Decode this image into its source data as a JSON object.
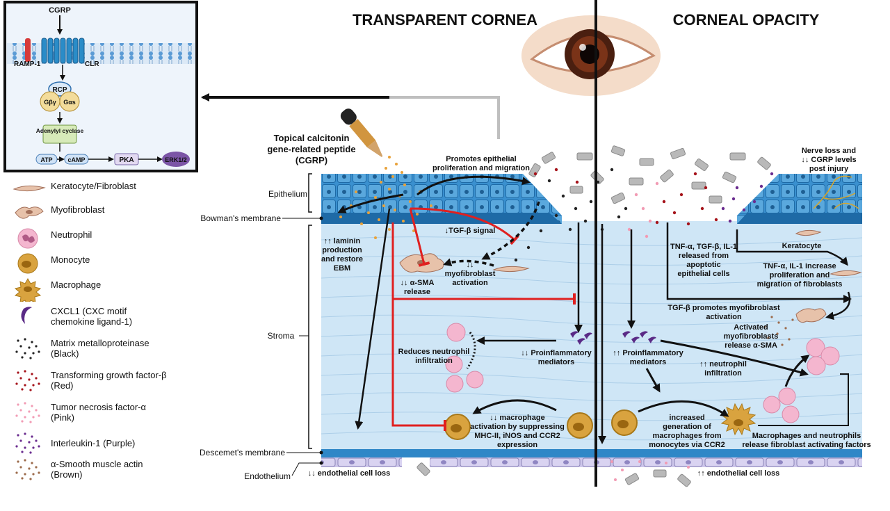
{
  "headers": {
    "left": "TRANSPARENT CORNEA",
    "right": "CORNEAL OPACITY"
  },
  "pathway": {
    "ligand": "CGRP",
    "ramp": "RAMP-1",
    "receptor": "CLR",
    "rcp": "RCP",
    "g_by": "Gβγ",
    "g_as": "Gαs",
    "cyclase": "Adenylyl cyclase",
    "atp": "ATP",
    "camp": "cAMP",
    "pka": "PKA",
    "erk": "ERK1/2"
  },
  "drug": {
    "title_line1": "Topical calcitonin",
    "title_line2": "gene-related peptide",
    "title_line3": "(CGRP)"
  },
  "layers": {
    "epithelium": "Epithelium",
    "bowman": "Bowman's membrane",
    "stroma": "Stroma",
    "descemet": "Descemet's membrane",
    "endothelium": "Endothelium"
  },
  "left_annotations": {
    "promotes_epithelial": [
      "Promotes epithelial",
      "proliferation and migration"
    ],
    "tgf_signal": "↓TGF-β signal",
    "laminin": [
      "↑↑ laminin",
      "production",
      "and restore",
      "EBM"
    ],
    "myofib_activation": [
      "↓↓",
      "myofibroblast",
      "activation"
    ],
    "asma_release": [
      "↓↓ α-SMA",
      "release"
    ],
    "reduces_neutrophil": [
      "Reduces  neutrophil",
      "infiltration"
    ],
    "proinflam": [
      "↓↓ Proinflammatory",
      "mediators"
    ],
    "macrophage": [
      "↓↓  macrophage",
      "activation by suppressing",
      "MHC-II, iNOS and CCR2",
      "expression"
    ],
    "endothelial_loss": "↓↓ endothelial cell loss"
  },
  "right_annotations": {
    "nerve_loss": [
      "Nerve loss and",
      "↓↓ CGRP levels",
      "post injury"
    ],
    "keratocyte": "Keratocyte",
    "tnf_released": [
      "TNF-α, TGF-β, IL-1",
      "released from",
      "apoptotic",
      "epithelial cells"
    ],
    "tnf_increase": [
      "TNF-α, IL-1 increase",
      "proliferation and",
      "migration of fibroblasts"
    ],
    "tgf_promotes": [
      "TGF-β promotes myofibroblast",
      "activation"
    ],
    "activated_myofib": [
      "Activated",
      "myofibroblasts",
      "release α-SMA"
    ],
    "proinflam": [
      "↑↑ Proinflammatory",
      "mediators"
    ],
    "neutrophil_inf": [
      "↑↑ neutrophil",
      "infiltration"
    ],
    "increased_macro": [
      "increased",
      "generation of",
      "macrophages from",
      "monocytes via CCR2"
    ],
    "macro_neutro": [
      "Macrophages and neutrophils",
      "release fibroblast activating factors"
    ],
    "endothelial_loss": "↑↑ endothelial cell loss"
  },
  "legend": [
    {
      "icon": "keratocyte-icon",
      "lines": [
        "Keratocyte/Fibroblast"
      ]
    },
    {
      "icon": "myofibroblast-icon",
      "lines": [
        "Myofibroblast"
      ]
    },
    {
      "icon": "neutrophil-icon",
      "lines": [
        "Neutrophil"
      ]
    },
    {
      "icon": "monocyte-icon",
      "lines": [
        "Monocyte"
      ]
    },
    {
      "icon": "macrophage-icon",
      "lines": [
        "Macrophage"
      ]
    },
    {
      "icon": "cxcl1-icon",
      "lines": [
        "CXCL1 (CXC motif",
        "chemokine ligand-1)"
      ]
    },
    {
      "icon": "mmp-dots-icon",
      "lines": [
        "Matrix metalloproteinase",
        "(Black)"
      ]
    },
    {
      "icon": "tgf-dots-icon",
      "lines": [
        "Transforming growth factor-β",
        "(Red)"
      ]
    },
    {
      "icon": "tnf-dots-icon",
      "lines": [
        "Tumor necrosis factor-α",
        "(Pink)"
      ]
    },
    {
      "icon": "il1-dots-icon",
      "lines": [
        "Interleukin-1 (Purple)"
      ]
    },
    {
      "icon": "asma-dots-icon",
      "lines": [
        "α-Smooth muscle actin",
        "(Brown)"
      ]
    }
  ],
  "colors": {
    "stroma": "#cfe6f6",
    "epithelium": "#2f87c7",
    "bowman": "#1e6aa6",
    "endothelium": "#c9c3e6",
    "inhibit": "#e02020",
    "mmp": "#222222",
    "tgf": "#a5121a",
    "tnf": "#f29bb4",
    "il1": "#6a2c8f",
    "asma": "#9c6b4b",
    "cgrp_drop": "#e8a23a"
  }
}
